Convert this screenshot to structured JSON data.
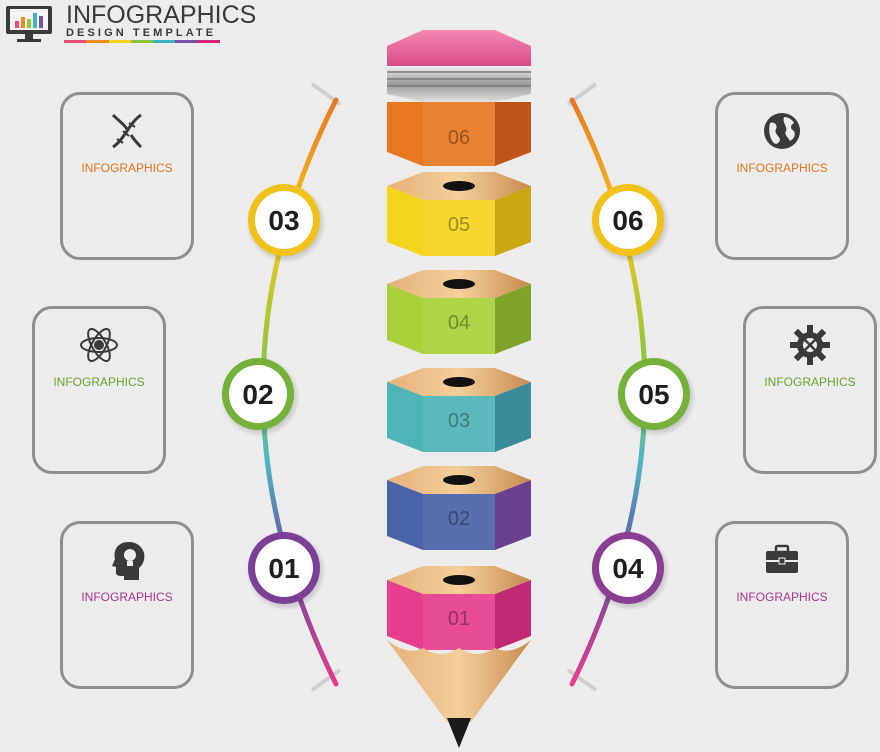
{
  "header": {
    "title": "INFOGRAPHICS",
    "subtitle": "DESIGN TEMPLATE",
    "stripe_colors": [
      "#e84e7a",
      "#f08a1c",
      "#f4d21f",
      "#8cc63e",
      "#3bb3c3",
      "#7a4ea0",
      "#d4237a"
    ]
  },
  "pencil": {
    "segments": [
      {
        "label": "06",
        "top": "#e87722",
        "side": "#c0551a",
        "color_name": "orange"
      },
      {
        "label": "05",
        "top": "#f5d51c",
        "side": "#c9a814",
        "color_name": "yellow"
      },
      {
        "label": "04",
        "top": "#a8d13a",
        "side": "#7fa328",
        "color_name": "lime"
      },
      {
        "label": "03",
        "top": "#4fb4b6",
        "side": "#3b8c9a",
        "color_name": "teal"
      },
      {
        "label": "02",
        "top": "#4a62a8",
        "side": "#6a3f8f",
        "color_name": "indigo"
      },
      {
        "label": "01",
        "top": "#e63e8c",
        "side": "#c02a74",
        "color_name": "magenta"
      }
    ],
    "eraser_color": "#ec6a9b"
  },
  "steps_left": [
    {
      "number": "03",
      "color": "#f2c21b"
    },
    {
      "number": "02",
      "color": "#76b13c"
    },
    {
      "number": "01",
      "color": "#7b3f95"
    }
  ],
  "steps_right": [
    {
      "number": "06",
      "color": "#f2c21b"
    },
    {
      "number": "05",
      "color": "#76b13c"
    },
    {
      "number": "04",
      "color": "#8a3f95"
    }
  ],
  "cards_left": [
    {
      "label": "INFOGRAPHICS",
      "icon": "dna-icon",
      "color": "#e2731e"
    },
    {
      "label": "INFOGRAPHICS",
      "icon": "atom-icon",
      "color": "#6aa32f"
    },
    {
      "label": "INFOGRAPHICS",
      "icon": "head-lightbulb-icon",
      "color": "#a8358e"
    }
  ],
  "cards_right": [
    {
      "label": "INFOGRAPHICS",
      "icon": "globe-icon",
      "color": "#e2731e"
    },
    {
      "label": "INFOGRAPHICS",
      "icon": "gear-icon",
      "color": "#6aa32f"
    },
    {
      "label": "INFOGRAPHICS",
      "icon": "briefcase-icon",
      "color": "#a8358e"
    }
  ]
}
